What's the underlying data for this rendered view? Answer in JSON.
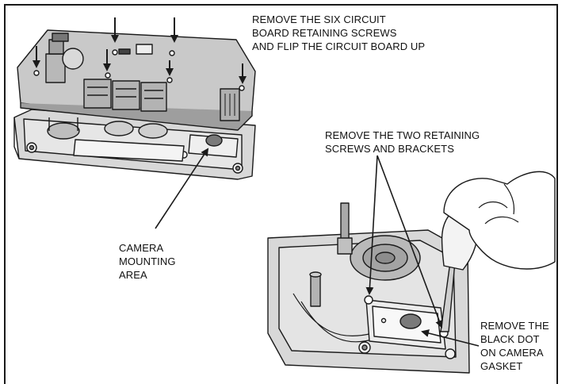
{
  "captions": {
    "remove_board": "REMOVE THE SIX CIRCUIT\nBOARD RETAINING SCREWS\nAND FLIP THE CIRCUIT BOARD UP",
    "remove_screws": "REMOVE THE TWO RETAINING\nSCREWS AND BRACKETS",
    "camera_area": "CAMERA\nMOUNTING\nAREA",
    "black_dot": "REMOVE THE\nBLACK DOT\nON CAMERA\nGASKET"
  },
  "colors": {
    "line": "#1a1a1a",
    "board": "#c9c9c9",
    "housing": "#d8d8d8",
    "dark": "#8a8a8a",
    "dot": "#7a7a7a"
  }
}
